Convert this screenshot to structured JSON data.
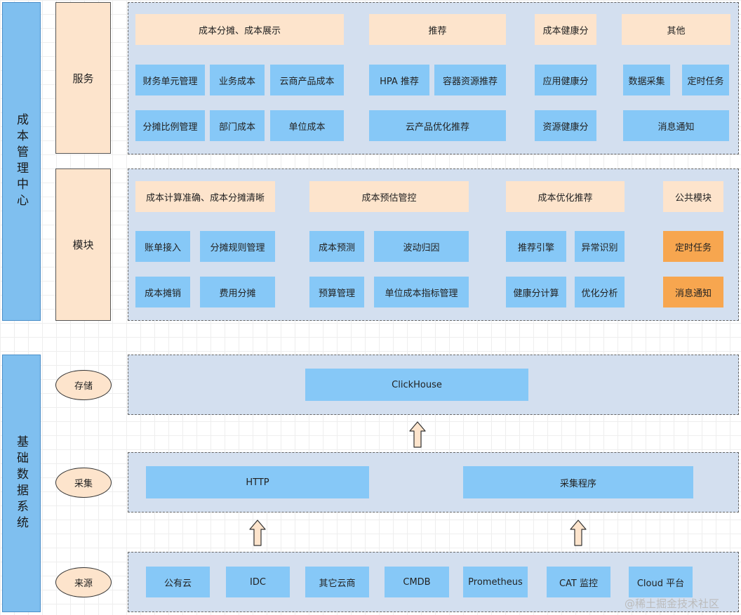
{
  "left_labels": {
    "management_center": "成本管理中心",
    "base_data_system": "基础数据系统"
  },
  "sub_labels": {
    "service": "服务",
    "module": "模块"
  },
  "ovals": {
    "storage": "存储",
    "collect": "采集",
    "source": "来源"
  },
  "service_layer": {
    "headers": [
      "成本分摊、成本展示",
      "推荐",
      "成本健康分",
      "其他"
    ],
    "items": [
      "财务单元管理",
      "业务成本",
      "云商产品成本",
      "HPA 推荐",
      "容器资源推荐",
      "应用健康分",
      "数据采集",
      "定时任务",
      "分摊比例管理",
      "部门成本",
      "单位成本",
      "云产品优化推荐",
      "资源健康分",
      "消息通知"
    ]
  },
  "module_layer": {
    "headers": [
      "成本计算准确、成本分摊清晰",
      "成本预估管控",
      "成本优化推荐",
      "公共模块"
    ],
    "items": [
      "账单接入",
      "分摊规则管理",
      "成本预测",
      "波动归因",
      "推荐引擎",
      "异常识别",
      "定时任务",
      "成本摊销",
      "费用分摊",
      "预算管理",
      "单位成本指标管理",
      "健康分计算",
      "优化分析",
      "消息通知"
    ]
  },
  "storage_layer": {
    "items": [
      "ClickHouse"
    ]
  },
  "collect_layer": {
    "items": [
      "HTTP",
      "采集程序"
    ]
  },
  "source_layer": {
    "items": [
      "公有云",
      "IDC",
      "其它云商",
      "CMDB",
      "Prometheus",
      "CAT 监控",
      "Cloud 平台"
    ]
  },
  "watermark": "@稀土掘金技术社区",
  "colors": {
    "label_blue": "#7fbfef",
    "item_blue": "#86c8f7",
    "header_peach": "#fde4cc",
    "public_orange": "#f7a64f",
    "panel": "#d3dfef"
  }
}
